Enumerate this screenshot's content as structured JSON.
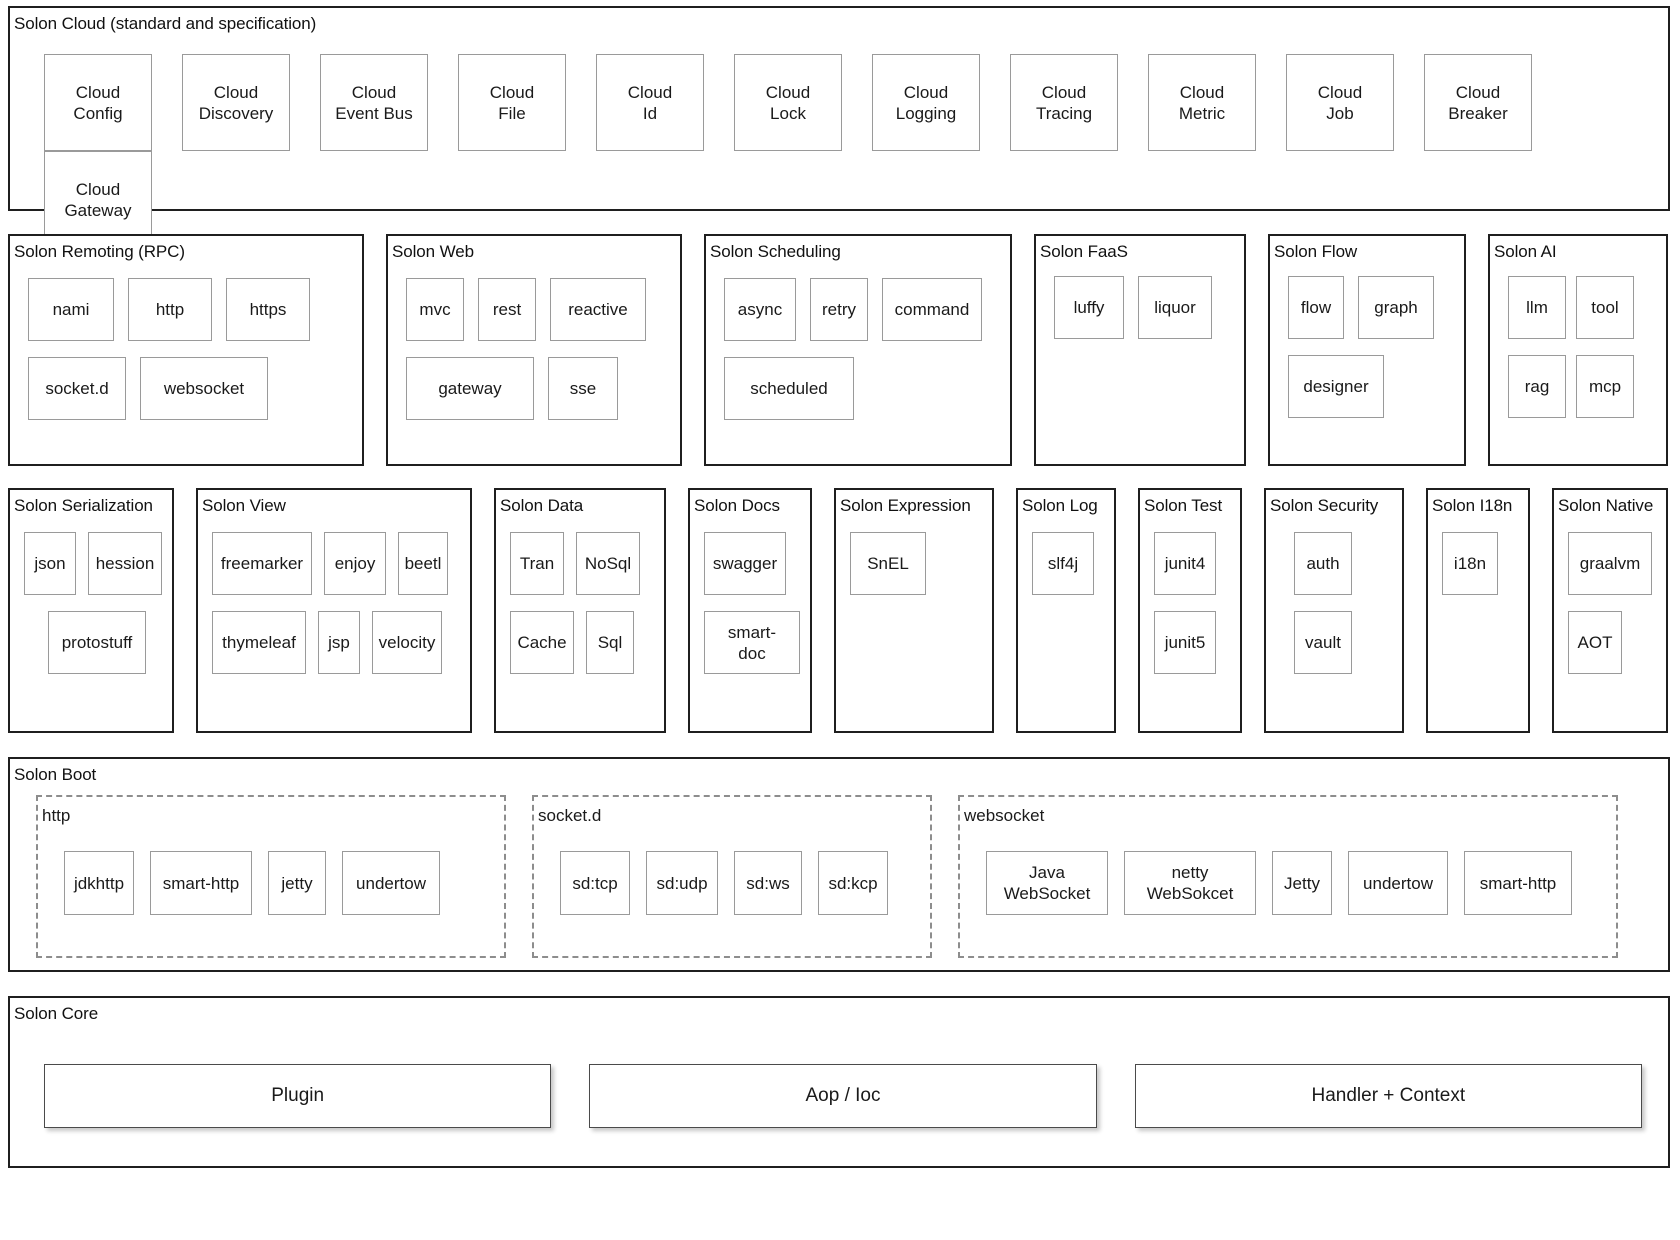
{
  "diagram": {
    "type": "layered-architecture",
    "title": "Solon framework architecture"
  },
  "cloud": {
    "title": "Solon Cloud (standard and specification)",
    "items": [
      "Cloud\nConfig",
      "Cloud\nDiscovery",
      "Cloud\nEvent Bus",
      "Cloud\nFile",
      "Cloud\nId",
      "Cloud\nLock",
      "Cloud\nLogging",
      "Cloud\nTracing",
      "Cloud\nMetric",
      "Cloud\nJob",
      "Cloud\nBreaker",
      "Cloud\nGateway"
    ]
  },
  "row2": [
    {
      "title": "Solon Remoting (RPC)",
      "items": [
        "nami",
        "http",
        "https",
        "socket.d",
        "websocket"
      ]
    },
    {
      "title": "Solon Web",
      "items": [
        "mvc",
        "rest",
        "reactive",
        "gateway",
        "sse"
      ]
    },
    {
      "title": "Solon Scheduling",
      "items": [
        "async",
        "retry",
        "command",
        "scheduled"
      ]
    },
    {
      "title": "Solon FaaS",
      "items": [
        "luffy",
        "liquor"
      ]
    },
    {
      "title": "Solon Flow",
      "items": [
        "flow",
        "graph",
        "designer"
      ]
    },
    {
      "title": "Solon AI",
      "items": [
        "llm",
        "tool",
        "rag",
        "mcp"
      ]
    }
  ],
  "row3": [
    {
      "title": "Solon Serialization",
      "items": [
        "json",
        "hession",
        "protostuff"
      ]
    },
    {
      "title": "Solon View",
      "items": [
        "freemarker",
        "enjoy",
        "beetl",
        "thymeleaf",
        "jsp",
        "velocity"
      ]
    },
    {
      "title": "Solon Data",
      "items": [
        "Tran",
        "NoSql",
        "Cache",
        "Sql"
      ]
    },
    {
      "title": "Solon Docs",
      "items": [
        "swagger",
        "smart-doc"
      ]
    },
    {
      "title": "Solon Expression",
      "items": [
        "SnEL"
      ]
    },
    {
      "title": "Solon Log",
      "items": [
        "slf4j"
      ]
    },
    {
      "title": "Solon Test",
      "items": [
        "junit4",
        "junit5"
      ]
    },
    {
      "title": "Solon Security",
      "items": [
        "auth",
        "vault"
      ]
    },
    {
      "title": "Solon I18n",
      "items": [
        "i18n"
      ]
    },
    {
      "title": "Solon Native",
      "items": [
        "graalvm",
        "AOT"
      ]
    }
  ],
  "boot": {
    "title": "Solon Boot",
    "groups": [
      {
        "title": "http",
        "items": [
          "jdkhttp",
          "smart-http",
          "jetty",
          "undertow"
        ]
      },
      {
        "title": "socket.d",
        "items": [
          "sd:tcp",
          "sd:udp",
          "sd:ws",
          "sd:kcp"
        ]
      },
      {
        "title": "websocket",
        "items": [
          "Java\nWebSocket",
          "netty\nWebSokcet",
          "Jetty",
          "undertow",
          "smart-http"
        ]
      }
    ]
  },
  "core": {
    "title": "Solon Core",
    "items": [
      "Plugin",
      "Aop / Ioc",
      "Handler + Context"
    ]
  },
  "colors": {
    "group_border": "#1f1f1f",
    "chip_border": "#9a9a9a",
    "dashed_border": "#8d8d8d",
    "background": "#ffffff",
    "text": "#1a1a1a"
  }
}
